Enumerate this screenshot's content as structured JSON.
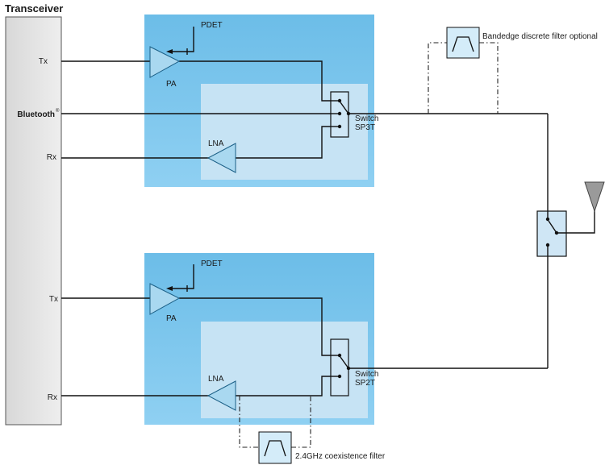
{
  "transceiver": {
    "title": "Transceiver",
    "ports": {
      "tx_top": "Tx",
      "bluetooth": "Bluetooth",
      "registered": "®",
      "rx_top": "Rx",
      "tx_bottom": "Tx",
      "rx_bottom": "Rx"
    }
  },
  "module_top": {
    "pdet": "PDET",
    "pa": "PA",
    "lna": "LNA",
    "switch_line1": "Switch",
    "switch_line2": "SP3T"
  },
  "module_bottom": {
    "pdet": "PDET",
    "pa": "PA",
    "lna": "LNA",
    "switch_line1": "Switch",
    "switch_line2": "SP2T"
  },
  "filters": {
    "bandedge": "Bandedge discrete filter optional",
    "coexistence": "2.4GHz coexistence filter"
  },
  "colors": {
    "module_outer": "#6cbde8",
    "module_inner": "#c6e3f4",
    "transceiver_fill": "#e6e6e6"
  }
}
